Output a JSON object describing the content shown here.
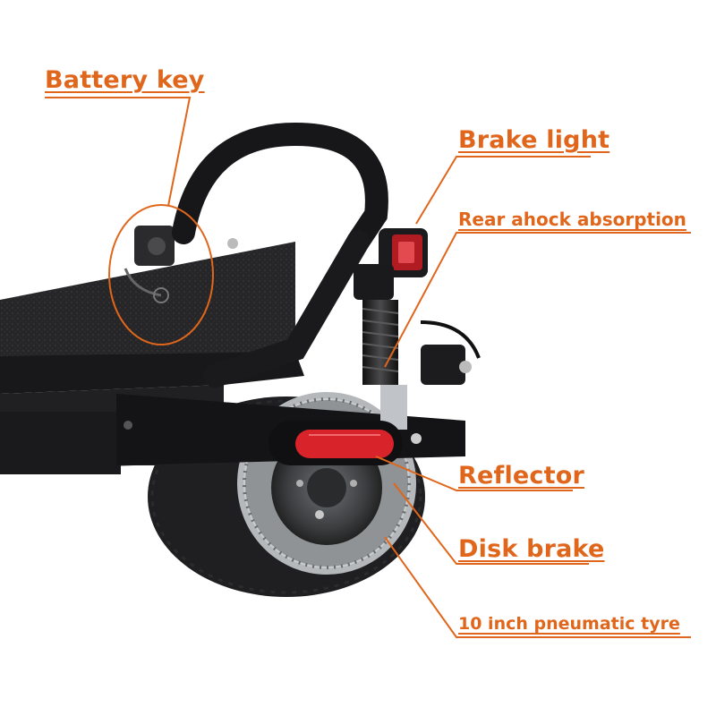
{
  "labels": {
    "battery_key": "Battery key",
    "brake_light": "Brake light",
    "rear_shock": "Rear ahock absorption",
    "reflector": "Reflector",
    "disk_brake": "Disk brake",
    "tyre": "10 inch pneumatic tyre"
  },
  "colors": {
    "accent": "#e0661c",
    "scooter_body": "#1d1d1f",
    "tyre": "#202022",
    "reflector_red": "#d8232a",
    "disc_steel": "#9ea2a6"
  }
}
